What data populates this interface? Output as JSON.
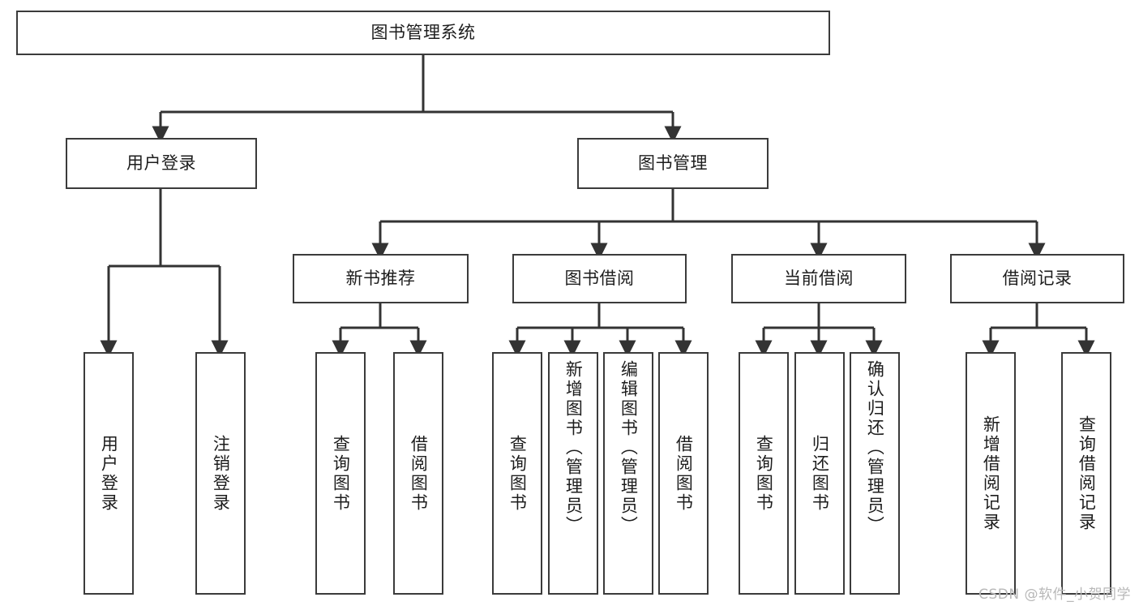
{
  "diagram": {
    "title": "图书管理系统",
    "type": "tree-hierarchy",
    "watermark": "CSDN @软件_小贺同学",
    "colors": {
      "node_border": "#3b3b3b",
      "node_fill": "#ffffff",
      "edge": "#333333",
      "text": "#1d1d1d",
      "watermark": "#b8b8b8",
      "background": "#ffffff"
    },
    "root": {
      "label": "图书管理系统"
    },
    "level2": [
      {
        "label": "用户登录"
      },
      {
        "label": "图书管理"
      }
    ],
    "level3": [
      {
        "label": "新书推荐"
      },
      {
        "label": "图书借阅"
      },
      {
        "label": "当前借阅"
      },
      {
        "label": "借阅记录"
      }
    ],
    "leaves": {
      "user_login": [
        {
          "label": "用户登录"
        },
        {
          "label": "注销登录"
        }
      ],
      "new_book_recommend": [
        {
          "label": "查询图书"
        },
        {
          "label": "借阅图书"
        }
      ],
      "book_borrow": [
        {
          "label": "查询图书"
        },
        {
          "label": "新增图书（管理员）"
        },
        {
          "label": "编辑图书（管理员）"
        },
        {
          "label": "借阅图书"
        }
      ],
      "current_borrow": [
        {
          "label": "查询图书"
        },
        {
          "label": "归还图书"
        },
        {
          "label": "确认归还（管理员）"
        }
      ],
      "borrow_record": [
        {
          "label": "新增借阅记录"
        },
        {
          "label": "查询借阅记录"
        }
      ]
    }
  }
}
